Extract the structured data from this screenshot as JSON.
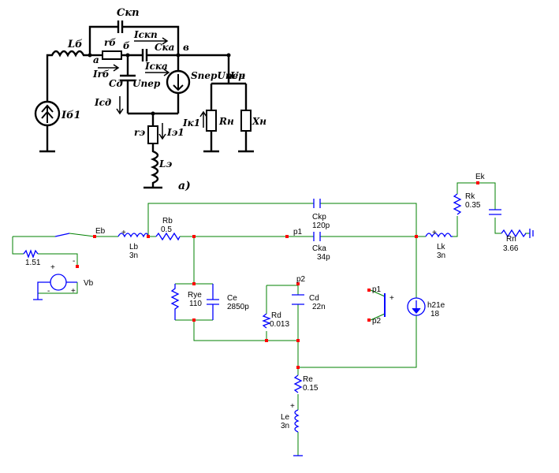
{
  "top_schematic": {
    "labels": {
      "C_kp": "Cкп",
      "L_b": "Lб",
      "r_b": "rб",
      "I_skp": "Iскп",
      "C_ka": "Cка",
      "node_a": "a",
      "node_b": "б",
      "node_v": "в",
      "I_rb": "Irб",
      "I_ska": "Iска",
      "S_per_U_per": "SперUпер",
      "C_d": "Cд",
      "U_per": "Uпер",
      "U_n": "Uн",
      "I_sd": "Iсд",
      "I_b1": "Iб1",
      "I_k1": "Iк1",
      "R_n": "Rн",
      "X_n": "Xн",
      "r_e": "rэ",
      "I_e1": "Iэ1",
      "L_e": "Lэ",
      "fig": "a)"
    }
  },
  "bottom_schematic": {
    "labels": {
      "Eb": "Eb",
      "Ek": "Ek",
      "Lb": "Lb",
      "Lb_val": "3n",
      "Rb": "Rb",
      "Rb_val": "0.5",
      "Ckp": "Ckp",
      "Ckp_val": "120p",
      "p1": "p1",
      "Cka": "Cka",
      "Cka_val": "34p",
      "Lk": "Lk",
      "Lk_val": "3n",
      "Rk": "Rk",
      "Rk_val": "0.35",
      "Rn": "Rn",
      "Rn_val": "3.66",
      "r151": "1.51",
      "Vb": "Vb",
      "Rye": "Rye",
      "Rye_val": "110",
      "Ce": "Ce",
      "Ce_val": "2850p",
      "p2": "p2",
      "Cd": "Cd",
      "Cd_val": "22n",
      "Rd": "Rd",
      "Rd_val": "0.013",
      "probe_p1": "p1",
      "probe_p2": "p2",
      "h21e": "h21e",
      "h21e_val": "18",
      "Re": "Re",
      "Re_val": "0.15",
      "Le": "Le",
      "Le_val": "3n",
      "plus": "+",
      "minus": "-"
    },
    "colors": {
      "wire": "#008000",
      "component": "#0000ff",
      "node": "#ff0000"
    }
  }
}
